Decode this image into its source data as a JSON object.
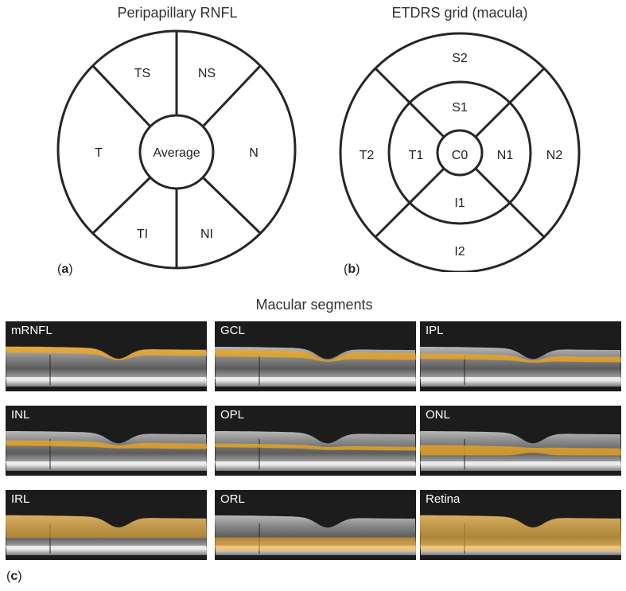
{
  "panel_a": {
    "title": "Peripapillary RNFL",
    "sectors": {
      "ts": "TS",
      "ns": "NS",
      "t": "T",
      "center": "Average",
      "n": "N",
      "ti": "TI",
      "ni": "NI"
    },
    "label_open": "(",
    "label_letter": "a",
    "label_close": ")"
  },
  "panel_b": {
    "title": "ETDRS grid (macula)",
    "sectors": {
      "s2": "S2",
      "s1": "S1",
      "t2": "T2",
      "t1": "T1",
      "c0": "C0",
      "n1": "N1",
      "n2": "N2",
      "i1": "I1",
      "i2": "I2"
    },
    "label_open": "(",
    "label_letter": "b",
    "label_close": ")"
  },
  "panel_c": {
    "title": "Macular segments",
    "label_open": "(",
    "label_letter": "c",
    "label_close": ")",
    "segments": [
      {
        "label": "mRNFL"
      },
      {
        "label": "GCL"
      },
      {
        "label": "IPL"
      },
      {
        "label": "INL"
      },
      {
        "label": "OPL"
      },
      {
        "label": "ONL"
      },
      {
        "label": "IRL"
      },
      {
        "label": "ORL"
      },
      {
        "label": "Retina"
      }
    ]
  },
  "colors": {
    "stroke": "#262626",
    "overlay": "#f2a81d",
    "tile_background": "#1c1c1c"
  }
}
